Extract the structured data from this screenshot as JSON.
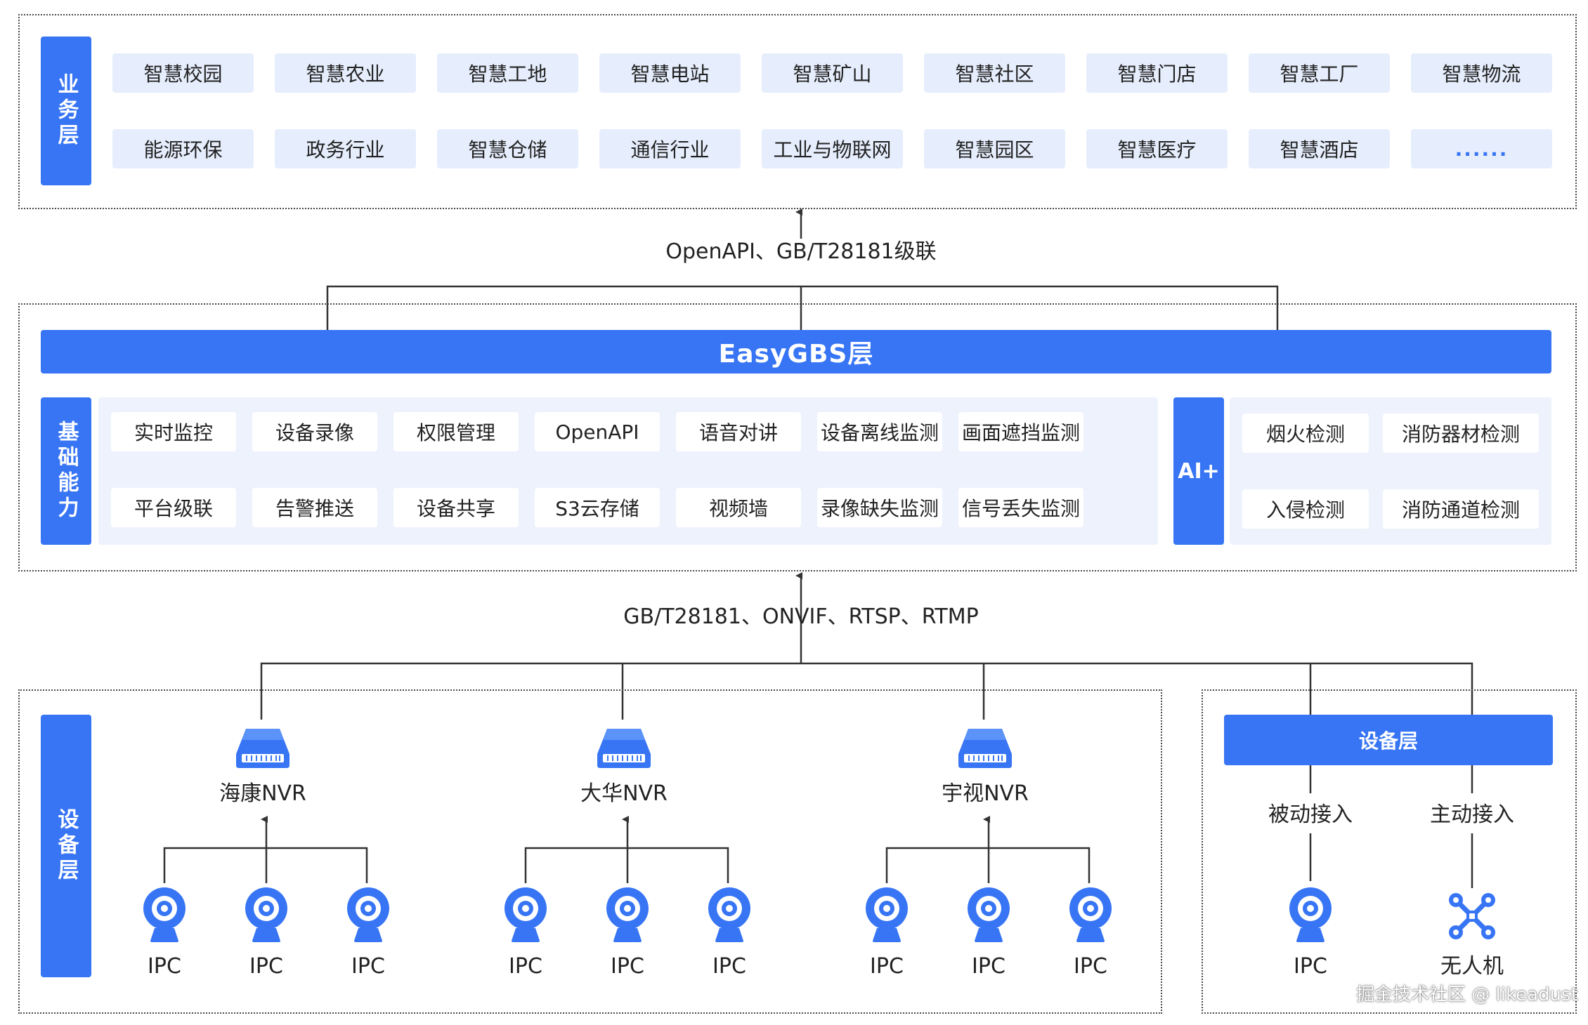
{
  "business_layer": {
    "title": "业务层",
    "row1": [
      "智慧校园",
      "智慧农业",
      "智慧工地",
      "智慧电站",
      "智慧矿山",
      "智慧社区",
      "智慧门店",
      "智慧工厂",
      "智慧物流"
    ],
    "row2": [
      "能源环保",
      "政务行业",
      "智慧仓储",
      "通信行业",
      "工业与物联网",
      "智慧园区",
      "智慧医疗",
      "智慧酒店",
      "......"
    ]
  },
  "upper_protocol": "OpenAPI、GB/T28181级联",
  "easygbs_layer": {
    "title": "EasyGBS层",
    "basic_title": "基础能力",
    "basic_row1": [
      "实时监控",
      "设备录像",
      "权限管理",
      "OpenAPI",
      "语音对讲",
      "设备离线监测",
      "画面遮挡监测"
    ],
    "basic_row2": [
      "平台级联",
      "告警推送",
      "设备共享",
      "S3云存储",
      "视频墙",
      "录像缺失监测",
      "信号丢失监测"
    ],
    "ai_title": "AI+",
    "ai_row1": [
      "烟火检测",
      "消防器材检测"
    ],
    "ai_row2": [
      "入侵检测",
      "消防通道检测"
    ]
  },
  "lower_protocol": "GB/T28181、ONVIF、RTSP、RTMP",
  "device_layer": {
    "title": "设备层",
    "nvr_groups": [
      {
        "name": "海康NVR",
        "ipcs": [
          "IPC",
          "IPC",
          "IPC"
        ]
      },
      {
        "name": "大华NVR",
        "ipcs": [
          "IPC",
          "IPC",
          "IPC"
        ]
      },
      {
        "name": "宇视NVR",
        "ipcs": [
          "IPC",
          "IPC",
          "IPC"
        ]
      }
    ],
    "right_panel": {
      "title": "设备层",
      "passive": "被动接入",
      "active": "主动接入",
      "passive_device": "IPC",
      "active_device": "无人机"
    }
  },
  "watermark": "掘金技术社区 @ likeadust",
  "colors": {
    "accent": "#3775f4",
    "pill": "#e6eefd",
    "panel": "#edf2fd",
    "line": "#333333"
  },
  "icons": [
    "nvr-icon",
    "ipc-camera-icon",
    "drone-icon",
    "arrow-up-icon"
  ]
}
